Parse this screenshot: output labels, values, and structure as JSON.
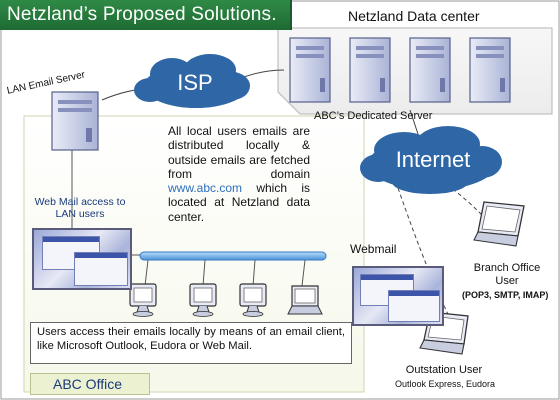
{
  "title": "Netzland’s Proposed Solutions.",
  "datacenter": {
    "label": "Netzland Data center",
    "server_label": "ABC’s Dedicated Server"
  },
  "nodes": {
    "isp": "ISP",
    "internet": "Internet",
    "lan_server": "LAN Email Server",
    "webmail_lan": "Web Mail access to LAN users",
    "webmail": "Webmail",
    "branch_user": "Branch Office User",
    "branch_protocols": "(POP3, SMTP, IMAP)",
    "outstation_user": "Outstation User",
    "outstation_clients": "Outlook Express, Eudora"
  },
  "info": {
    "before_link": "All local users emails are distributed locally & outside emails are fetched from domain ",
    "link": "www.abc.com",
    "after_link": " which is located at Netzland data center."
  },
  "bottom_note": "Users access their emails locally by means of an email client, like  Microsoft Outlook, Eudora or Web Mail.",
  "office_label": "ABC Office",
  "colors": {
    "title_bar": "#1e6b33",
    "cloud": "#2f66a6",
    "link": "#2f6fbf",
    "office_bg": "#ecf1d2",
    "lan_bus": "#5aa0e0"
  }
}
